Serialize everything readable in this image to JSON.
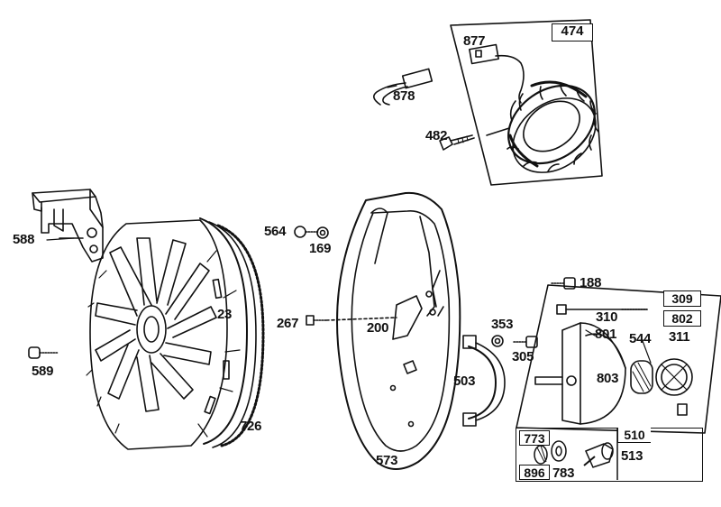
{
  "parts": {
    "p474": "474",
    "p877": "877",
    "p878": "878",
    "p482": "482",
    "p588": "588",
    "p564": "564",
    "p169": "169",
    "p23": "23",
    "p267": "267",
    "p200": "200",
    "p589": "589",
    "p726": "726",
    "p573": "573",
    "p503": "503",
    "p353": "353",
    "p305": "305",
    "p188": "188",
    "p309": "309",
    "p310": "310",
    "p802": "802",
    "p801": "801",
    "p544": "544",
    "p311": "311",
    "p803": "803",
    "p773": "773",
    "p510": "510",
    "p513": "513",
    "p896": "896",
    "p783": "783"
  },
  "colors": {
    "ink": "#111111",
    "paper": "#ffffff"
  }
}
